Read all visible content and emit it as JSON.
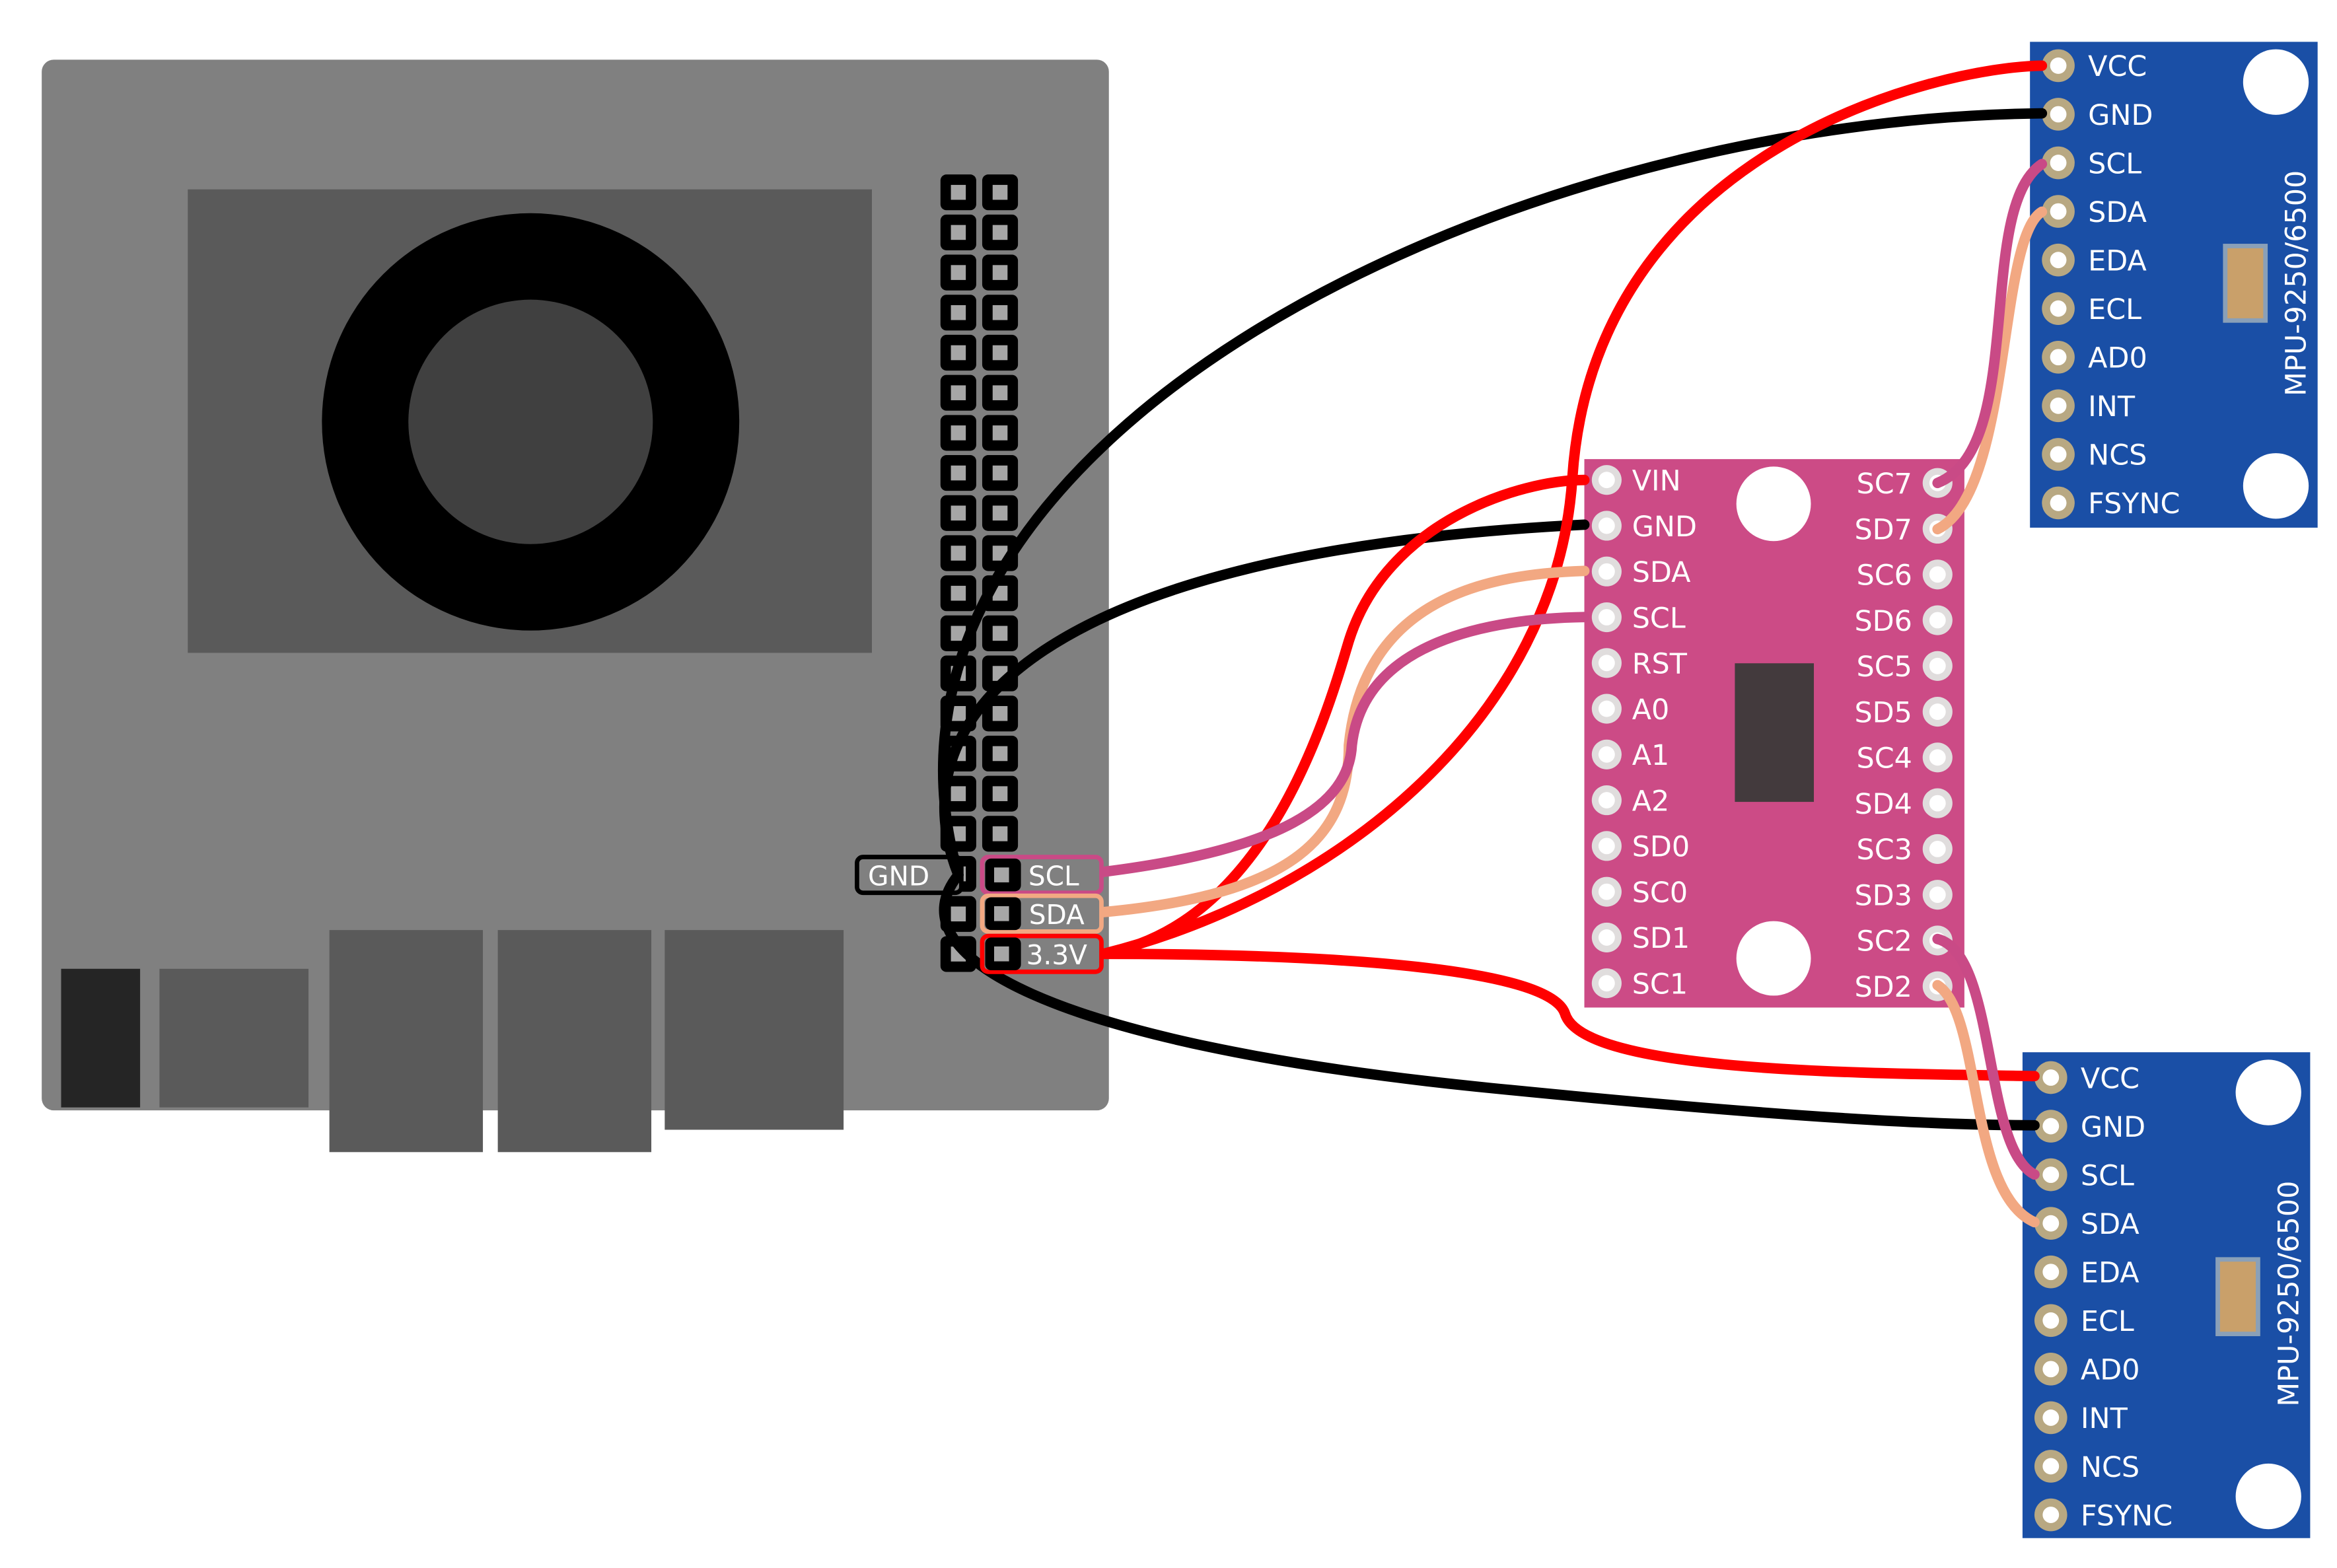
{
  "colors": {
    "board": "#808080",
    "board_dark": "#5a5a5a",
    "mux": "#cc4b86",
    "mpu": "#1a4fa6",
    "red": "#ff0000",
    "black": "#000000",
    "pink": "#c94a86",
    "tan": "#f2a882"
  },
  "board": {
    "pin_labels": {
      "gnd": "GND",
      "scl": "SCL",
      "sda": "SDA",
      "v33": "3.3V"
    }
  },
  "mux": {
    "left_pins": [
      "VIN",
      "GND",
      "SDA",
      "SCL",
      "RST",
      "A0",
      "A1",
      "A2",
      "SD0",
      "SC0",
      "SD1",
      "SC1"
    ],
    "right_pins": [
      "SC7",
      "SD7",
      "SC6",
      "SD6",
      "SC5",
      "SD5",
      "SC4",
      "SD4",
      "SC3",
      "SD3",
      "SC2",
      "SD2"
    ]
  },
  "mpu_top": {
    "title": "MPU-9250/6500",
    "pins": [
      "VCC",
      "GND",
      "SCL",
      "SDA",
      "EDA",
      "ECL",
      "AD0",
      "INT",
      "NCS",
      "FSYNC"
    ]
  },
  "mpu_bottom": {
    "title": "MPU-9250/6500",
    "pins": [
      "VCC",
      "GND",
      "SCL",
      "SDA",
      "EDA",
      "ECL",
      "AD0",
      "INT",
      "NCS",
      "FSYNC"
    ]
  }
}
